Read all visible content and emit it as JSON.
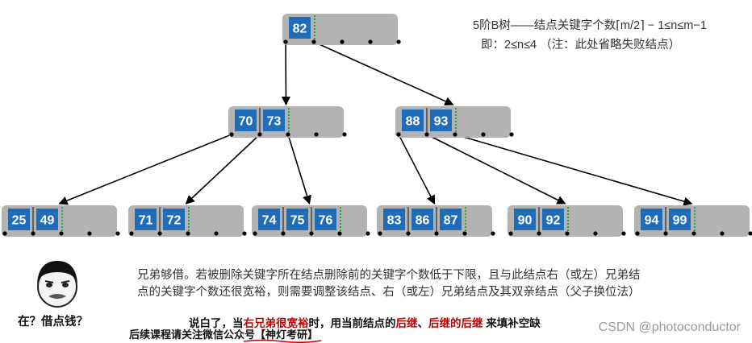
{
  "title": {
    "line1": "5阶B树——结点关键字个数⌈m/2⌉ − 1≤n≤m−1",
    "line2": "即：2≤n≤4 （注：此处省略失败结点）"
  },
  "tree": {
    "root": {
      "keys": [
        "82"
      ]
    },
    "level1": [
      {
        "keys": [
          "70",
          "73"
        ]
      },
      {
        "keys": [
          "88",
          "93"
        ]
      }
    ],
    "leaves": [
      {
        "keys": [
          "25",
          "49"
        ]
      },
      {
        "keys": [
          "71",
          "72"
        ]
      },
      {
        "keys": [
          "74",
          "75",
          "76"
        ]
      },
      {
        "keys": [
          "83",
          "86",
          "87"
        ]
      },
      {
        "keys": [
          "90",
          "92"
        ]
      },
      {
        "keys": [
          "94",
          "99"
        ]
      }
    ]
  },
  "rule_line1": "兄弟够借。若被删除关键字所在结点删除前的关键字个数低于下限，且与此结点右（或左）兄弟结",
  "rule_line2": "点的关键字个数还很宽裕，则需要调整该结点、右（或左）兄弟结点及其双亲结点（父子换位法）",
  "meme_caption": "在？借点钱？",
  "summary": {
    "p1": "说白了，当",
    "h1": "右兄弟很宽裕",
    "p2": "时，用当前结点的",
    "h2": "后继",
    "p3": "、",
    "h3": "后继的后继",
    "p4": " 来填补空缺"
  },
  "footer": "后续课程请关注微信公众号【神灯考研】",
  "watermark": "CSDN @photoconductor",
  "colors": {
    "node_bg": "#b3b3b3",
    "key_bg": "#1f6db8",
    "separator": "#2e9e3f",
    "highlight": "#c00000"
  }
}
